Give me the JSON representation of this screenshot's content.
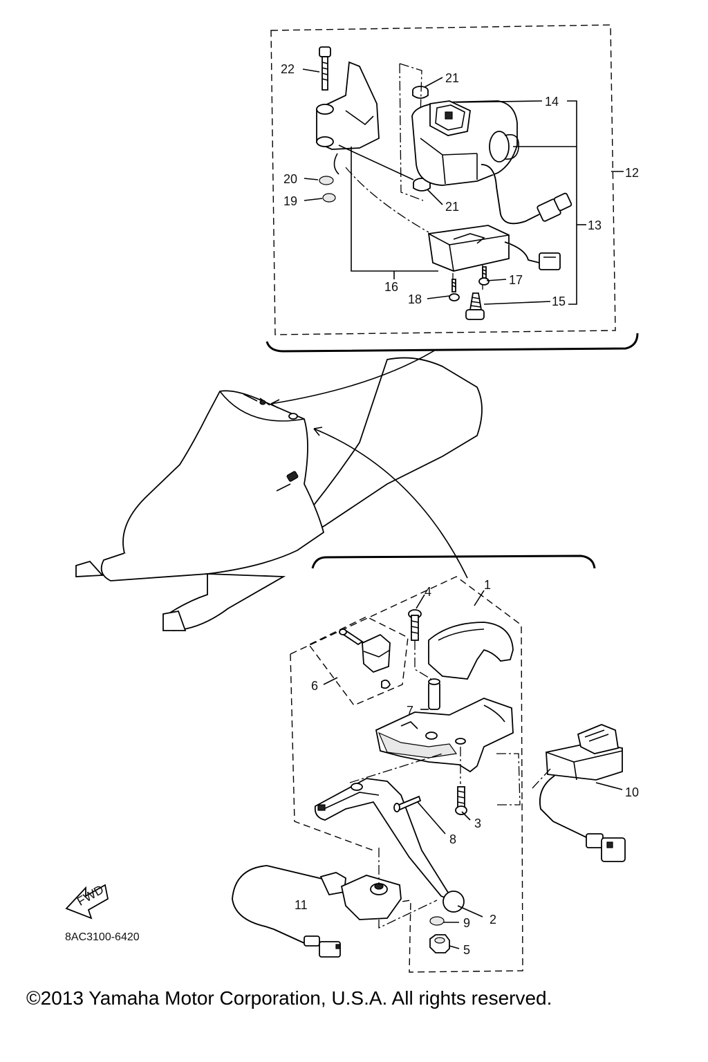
{
  "callouts": {
    "c1": "1",
    "c2": "2",
    "c3": "3",
    "c4": "4",
    "c5": "5",
    "c6": "6",
    "c7": "7",
    "c8": "8",
    "c9": "9",
    "c10": "10",
    "c11": "11",
    "c12": "12",
    "c13": "13",
    "c14": "14",
    "c15": "15",
    "c16": "16",
    "c17": "17",
    "c18": "18",
    "c19": "19",
    "c20": "20",
    "c21a": "21",
    "c21b": "21",
    "c22": "22"
  },
  "fwd_label": "FWD",
  "part_number": "8AC3100-6420",
  "copyright": "©2013 Yamaha Motor Corporation, U.S.A. All rights reserved."
}
